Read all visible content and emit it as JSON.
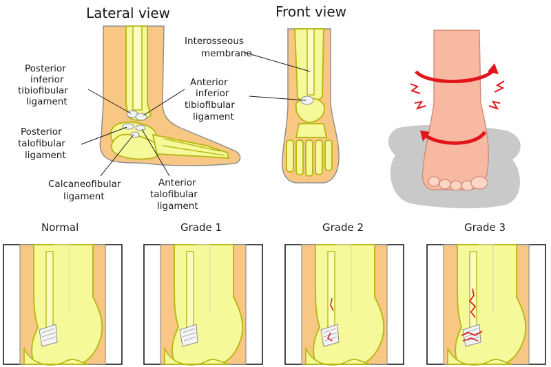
{
  "titles": {
    "lateral": "Lateral view",
    "front": "Front view"
  },
  "lateral_labels": {
    "posterior_inferior": [
      "Posterior",
      "inferior",
      "tibiofibular",
      "ligament"
    ],
    "posterior_talofibular": [
      "Posterior",
      "talofibular",
      "ligament"
    ],
    "calcaneofibular": [
      "Calcaneofibular",
      "ligament"
    ],
    "anterior_talofibular": [
      "Anterior",
      "talofibular",
      "ligament"
    ],
    "anterior_inferior": [
      "Anterior",
      "inferior",
      "tibiofibular",
      "ligament"
    ]
  },
  "front_labels": {
    "interosseous": [
      "Interosseous",
      "membrane"
    ]
  },
  "grades": [
    "Normal",
    "Grade 1",
    "Grade 2",
    "Grade 3"
  ],
  "colors": {
    "skin": "#f9c784",
    "bone": "#f6f99a",
    "bone_outline": "#b9b91a",
    "foot_skin": "#f7b9a1",
    "shadow": "#c9c9c9",
    "arrow": "#e3141b",
    "tear": "#d62020"
  }
}
